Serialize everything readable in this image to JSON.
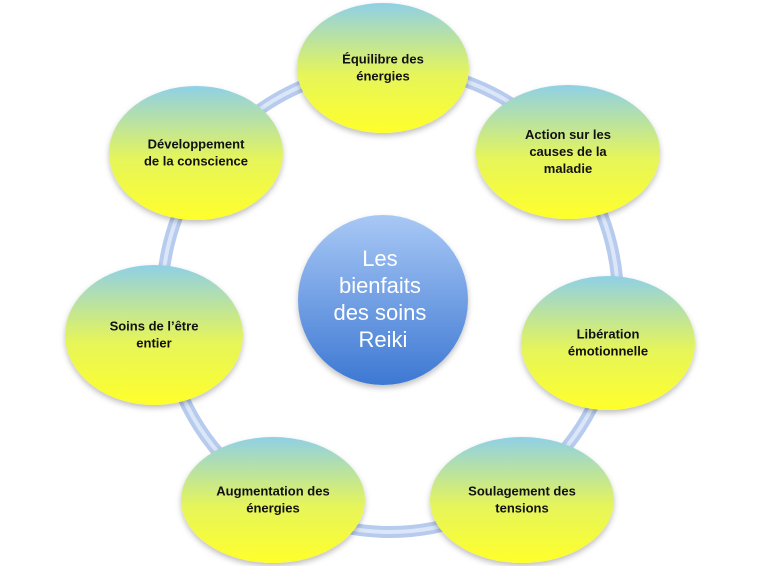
{
  "diagram": {
    "center": {
      "lines": [
        "Les",
        "bienfaits",
        "des soins",
        "Reiki"
      ]
    },
    "nodes": [
      {
        "id": "equilibre",
        "lines": [
          "Équilibre des",
          "énergies"
        ]
      },
      {
        "id": "action",
        "lines": [
          "Action sur les",
          "causes de la",
          "maladie"
        ]
      },
      {
        "id": "liberation",
        "lines": [
          "Libération",
          "émotionnelle"
        ]
      },
      {
        "id": "soulagement",
        "lines": [
          "Soulagement des",
          "tensions"
        ]
      },
      {
        "id": "augmentation",
        "lines": [
          "Augmentation des",
          "énergies"
        ]
      },
      {
        "id": "soins",
        "lines": [
          "Soins de l’être",
          "entier"
        ]
      },
      {
        "id": "developpement",
        "lines": [
          "Développement",
          "de la conscience"
        ]
      }
    ],
    "colors": {
      "ring": "#b7cbee",
      "node_top": "#8fd0e6",
      "node_bottom": "#ffff2a",
      "center_top": "#9fc2f3",
      "center_bottom": "#3d78d3",
      "text": "#111111",
      "center_text": "#ffffff"
    }
  }
}
